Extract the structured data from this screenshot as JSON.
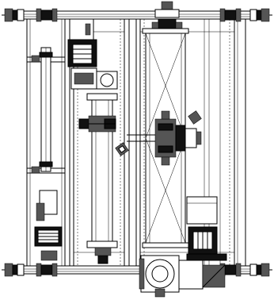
{
  "drawing": {
    "kind": "mechanical-assembly-plan-view",
    "colors": {
      "line": "#000000",
      "background": "#ffffff",
      "fill_dark": "#111111",
      "fill_mid": "#555555"
    },
    "components": [
      "frame",
      "corner-wheel-assembly",
      "drive-motor",
      "gearbox",
      "drive-shaft",
      "cylinder-tube",
      "roller-drum",
      "hub-assembly",
      "bearing-housing",
      "lower-drive-unit"
    ]
  }
}
